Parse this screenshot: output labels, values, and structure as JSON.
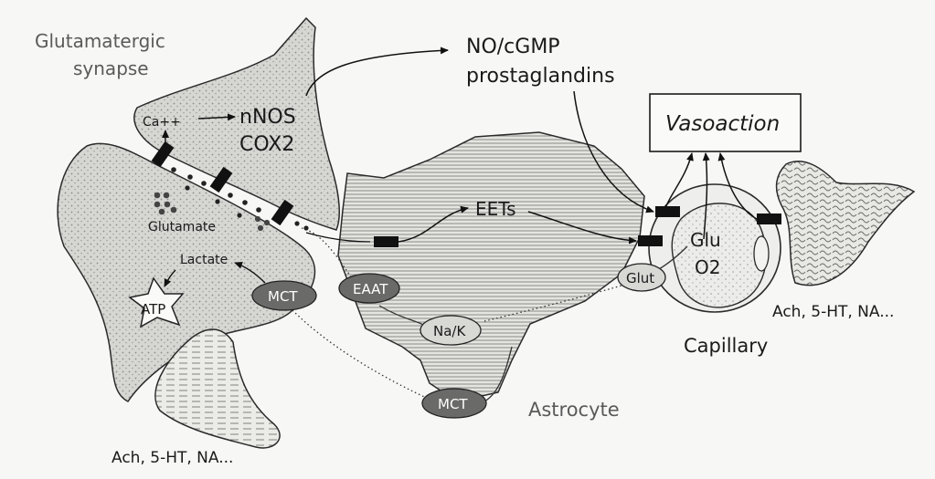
{
  "synapse_title_line1": "Glutamatergic",
  "synapse_title_line2": "synapse",
  "ca": "Ca++",
  "nnos": "nNOS",
  "cox2": "COX2",
  "no_cgmp": "NO/cGMP",
  "prostaglandins": "prostaglandins",
  "vasoaction": "Vasoaction",
  "glutamate": "Glutamate",
  "lactate": "Lactate",
  "atp": "ATP",
  "mct_neuron": "MCT",
  "eaat": "EAAT",
  "eets": "EETs",
  "na_k": "Na/K",
  "mct_astro": "MCT",
  "astrocyte": "Astrocyte",
  "glut": "Glut",
  "glu": "Glu",
  "o2": "O2",
  "capillary": "Capillary",
  "neuromod_right": "Ach, 5-HT, NA...",
  "neuromod_bottom": "Ach, 5-HT, NA..."
}
